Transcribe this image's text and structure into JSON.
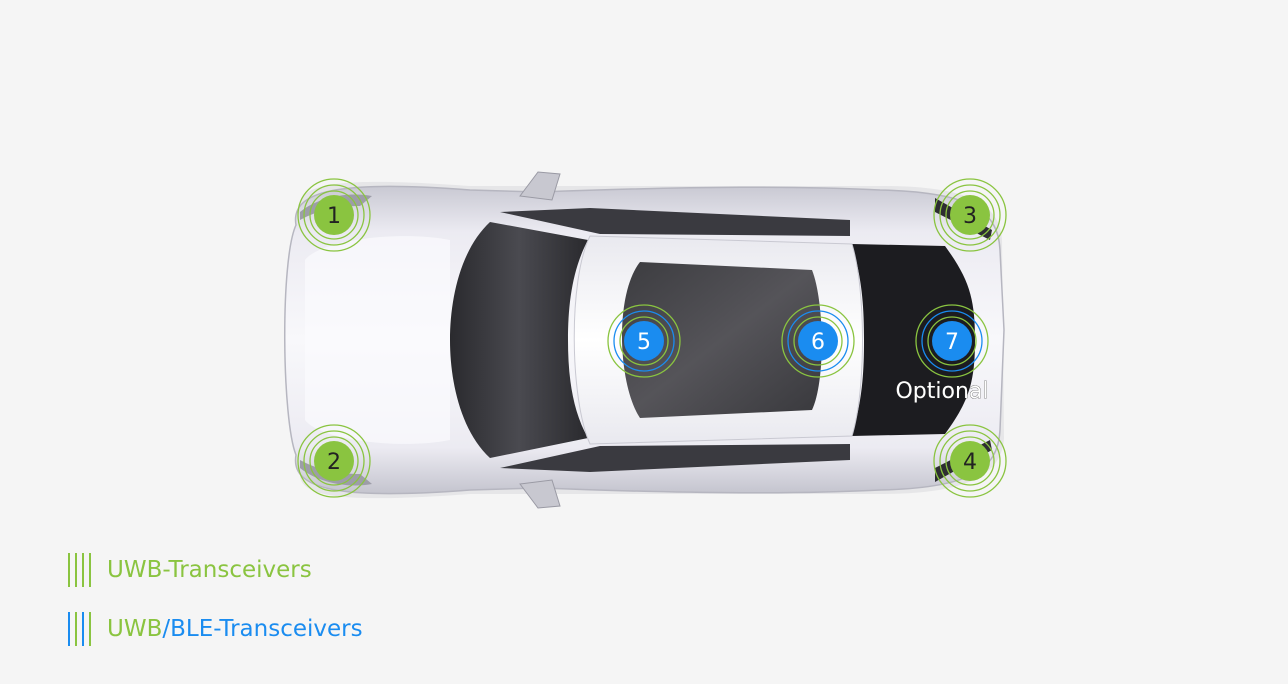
{
  "colors": {
    "uwb": "#8ac440",
    "ble": "#1a8cf0",
    "background": "#f5f5f5",
    "label_text": "#222222",
    "car_body": "#e7e7ee"
  },
  "uwb_transceivers": [
    {
      "label": "1"
    },
    {
      "label": "2"
    },
    {
      "label": "3"
    },
    {
      "label": "4"
    }
  ],
  "uwb_ble_transceivers": [
    {
      "label": "5",
      "note": ""
    },
    {
      "label": "6",
      "note": ""
    },
    {
      "label": "7",
      "note": "Optional"
    }
  ],
  "legend": {
    "uwb_label": "UWB-Transceivers",
    "uwb_ble_label_part1": "UWB",
    "uwb_ble_separator": "/",
    "uwb_ble_label_part2": "BLE-Transceivers"
  }
}
